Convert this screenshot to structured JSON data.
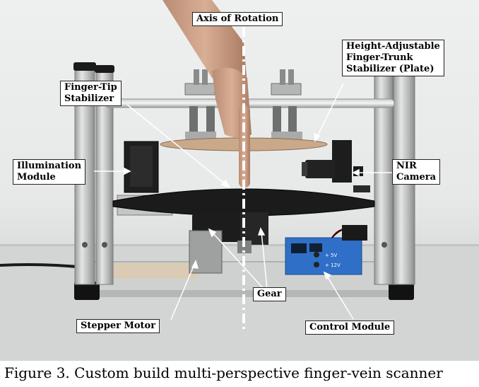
{
  "figure": {
    "caption": "Figure 3. Custom build multi-perspective finger-vein scanner",
    "labels": {
      "axis_of_rotation": "Axis of Rotation",
      "height_adjustable_line1": "Height-Adjustable",
      "height_adjustable_line2": "Finger-Trunk",
      "height_adjustable_line3": "Stabilizer (Plate)",
      "finger_tip_line1": "Finger-Tip",
      "finger_tip_line2": "Stabilizer",
      "illumination_line1": "Illumination",
      "illumination_line2": "Module",
      "nir_line1": "NIR",
      "nir_line2": "Camera",
      "gear": "Gear",
      "stepper_motor": "Stepper Motor",
      "control_module": "Control Module"
    },
    "device_text": {
      "plus_5v": "+ 5V",
      "plus_12v": "+ 12V"
    }
  }
}
